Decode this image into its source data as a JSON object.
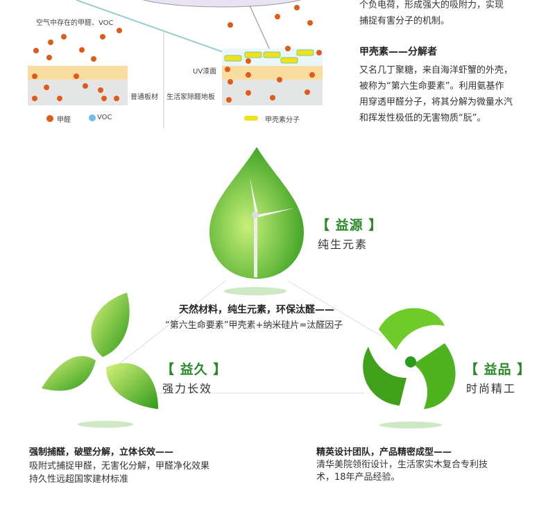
{
  "diagram": {
    "air_label": "空气中存在的甲醛、VOC",
    "uv_label": "UV漆面",
    "normal_board": "普通板材",
    "product_floor": "生活家除醛地板",
    "legend_formaldehyde": "甲醛",
    "legend_voc": "VOC",
    "legend_chitin": "甲壳素分子"
  },
  "right_text": {
    "intro_lines": [
      "个负电荷，形成强大的吸附力，实现",
      "捕捉有害分子的机制。"
    ],
    "heading": "甲壳素——分解者",
    "body_lines": [
      "又名几丁聚糖，来自海洋虾蟹的外壳，",
      "被称为“第六生命要素”。利用氨基作",
      "用穿透甲醛分子，将其分解为微量水汽",
      "和挥发性极低的无害物质“朊”。"
    ]
  },
  "features": [
    {
      "title": "【 益源 】",
      "subtitle": "纯生元素"
    },
    {
      "title": "【 益久 】",
      "subtitle": "强力长效"
    },
    {
      "title": "【 益品 】",
      "subtitle": "时尚精工"
    }
  ],
  "center": {
    "heading": "天然材料，纯生元素，环保汰醛——",
    "line": "“第六生命要素”甲壳素+纳米硅片=汰醛因子"
  },
  "bottom_left": {
    "heading": "强制捕醛，破壁分解，立体长效——",
    "lines": [
      "吸附式捕捉甲醛，无害化分解，甲醛净化效果",
      "持久性远超国家建材标准"
    ]
  },
  "bottom_right": {
    "heading": "精英设计团队，产品精密成型——",
    "lines": [
      "清华美院领衔设计，生活家实木复合专利技",
      "术，18年产品经验。"
    ]
  },
  "colors": {
    "green": "#2a8a2a",
    "leaf": "#5cbf2a"
  }
}
